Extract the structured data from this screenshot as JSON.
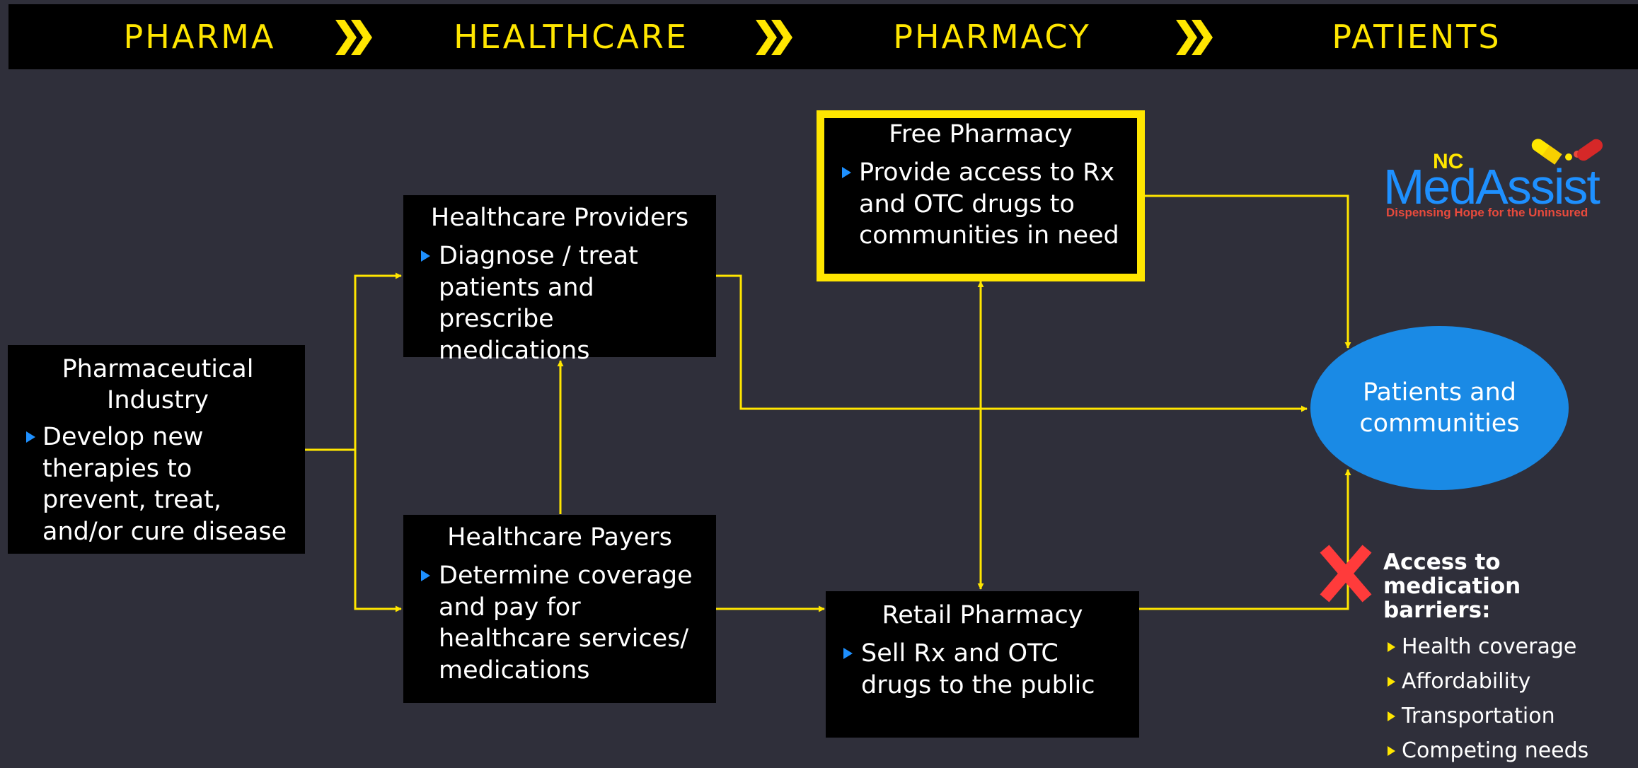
{
  "stages": [
    "PHARMA",
    "HEALTHCARE",
    "PHARMACY",
    "PATIENTS"
  ],
  "pharma": {
    "title": "Pharmaceutical Industry",
    "body": "Develop new therapies to prevent, treat, and/or cure disease"
  },
  "providers": {
    "title": "Healthcare Providers",
    "body": "Diagnose / treat patients and prescribe medications"
  },
  "payers": {
    "title": "Healthcare Payers",
    "body": "Determine coverage and pay for healthcare services/ medications"
  },
  "free_pharmacy": {
    "title": "Free Pharmacy",
    "body": "Provide access to Rx and OTC drugs to communities in need"
  },
  "retail_pharmacy": {
    "title": "Retail Pharmacy",
    "body": "Sell Rx and OTC drugs to the public"
  },
  "patients": {
    "label": "Patients and communities"
  },
  "barriers": {
    "title": "Access to medication barriers:",
    "items": [
      "Health coverage",
      "Affordability",
      "Transportation",
      "Competing needs"
    ]
  },
  "logo": {
    "nc": "NC",
    "name": "MedAssist",
    "tagline": "Dispensing Hope for the Uninsured"
  },
  "colors": {
    "accent": "#ffe600",
    "bullet_blue": "#1e90ff",
    "ellipse_blue": "#1a8ae5",
    "barrier_x": "#ff3b3b",
    "background": "#2f2f3a"
  }
}
